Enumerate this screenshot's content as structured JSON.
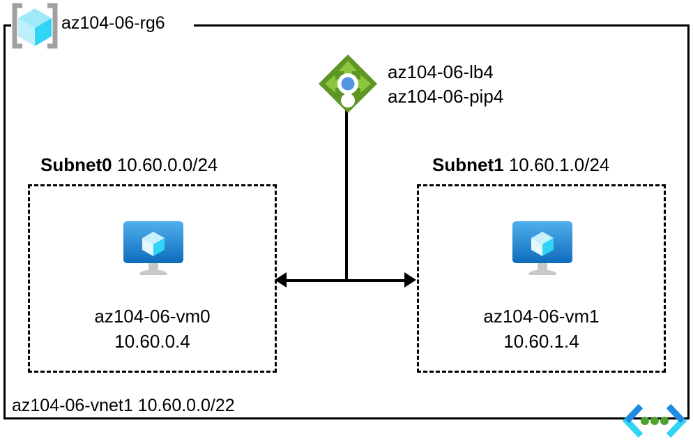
{
  "diagram": {
    "resource_group": {
      "icon": "resource-group-cube-icon",
      "label": "az104-06-rg6"
    },
    "virtual_network": {
      "icon": "virtual-network-icon",
      "label": "az104-06-vnet1 10.60.0.0/22",
      "name": "az104-06-vnet1",
      "address_space": "10.60.0.0/22"
    },
    "load_balancer": {
      "icon": "load-balancer-icon",
      "labels": [
        "az104-06-lb4",
        "az104-06-pip4"
      ]
    },
    "subnets": [
      {
        "id": "subnet0",
        "name": "Subnet0",
        "cidr": "10.60.0.0/24",
        "vm": {
          "icon": "virtual-machine-icon",
          "name": "az104-06-vm0",
          "ip": "10.60.0.4"
        }
      },
      {
        "id": "subnet1",
        "name": "Subnet1",
        "cidr": "10.60.1.0/24",
        "vm": {
          "icon": "virtual-machine-icon",
          "name": "az104-06-vm1",
          "ip": "10.60.1.4"
        }
      }
    ],
    "colors": {
      "load_balancer_green_dark": "#5E9624",
      "load_balancer_green_light": "#7FBA42",
      "load_balancer_blue": "#5197E0",
      "vm_blue_top": "#50AFEC",
      "vm_blue_bottom": "#0F6CBD",
      "cube_cyan_light": "#9FEAF9",
      "cube_cyan_mid": "#32D4F5",
      "cube_cyan_dark": "#28C3E0",
      "bracket_gray": "#A0A0A0",
      "stand_gray": "#BDBDBD",
      "vnet_blue": "#1F8BE0",
      "vnet_cyan": "#32D4F5",
      "vnet_green": "#4CA22F",
      "line_black": "#000000"
    }
  }
}
